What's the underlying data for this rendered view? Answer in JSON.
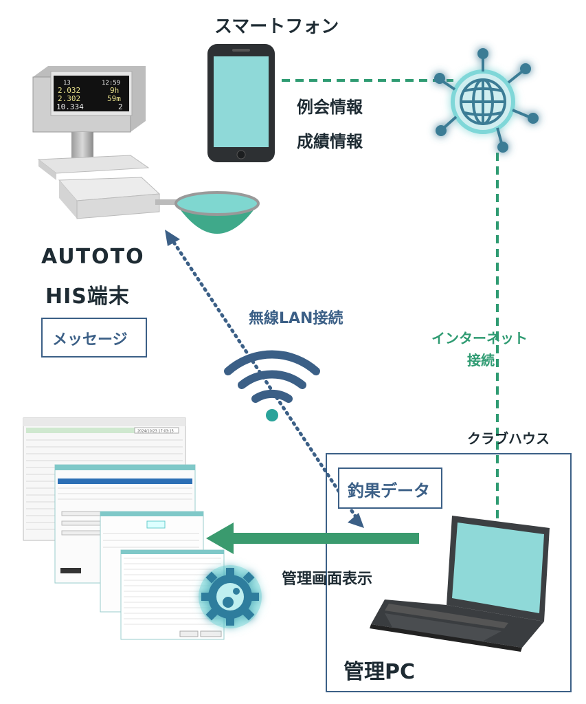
{
  "smartphone": {
    "title": "スマートフォン",
    "info_line1": "例会情報",
    "info_line2": "成績情報"
  },
  "terminal": {
    "name_line1": "AUTOTO",
    "name_line2": "HIS端末",
    "message_label": "メッセージ",
    "display": {
      "row1_left": "13",
      "row1_right": "12:59",
      "row2_left": "2.032",
      "row2_right": "9h",
      "row3_left": "2.302",
      "row3_right": "59m",
      "row4_left": "10.334",
      "row4_right": "2"
    }
  },
  "wireless": {
    "label": "無線LAN接続",
    "data_label": "釣果データ"
  },
  "internet": {
    "label_line1": "インターネット",
    "label_line2": "接続"
  },
  "clubhouse": {
    "label": "クラブハウス",
    "pc_label": "管理PC"
  },
  "management": {
    "label": "管理画面表示",
    "screen_date": "2024/10/23 17:03:15"
  },
  "colors": {
    "blue": "#3b5f86",
    "green": "#2f9b72",
    "teal": "#8fd9d8",
    "dark": "#1e2b33"
  }
}
